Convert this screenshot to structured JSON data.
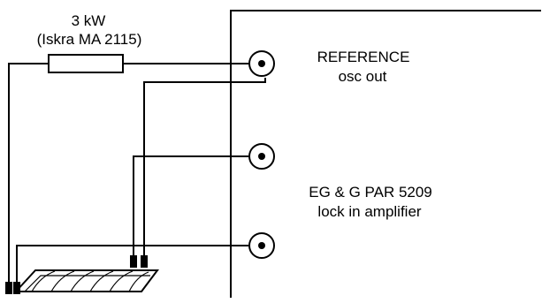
{
  "resistor": {
    "value_label": "3 kW",
    "model_label": "(Iskra MA 2115)"
  },
  "connectors": {
    "reference_label": "REFERENCE",
    "reference_sublabel": "osc out"
  },
  "instrument": {
    "name_label": "EG & G PAR 5209",
    "description_label": "lock in amplifier"
  }
}
